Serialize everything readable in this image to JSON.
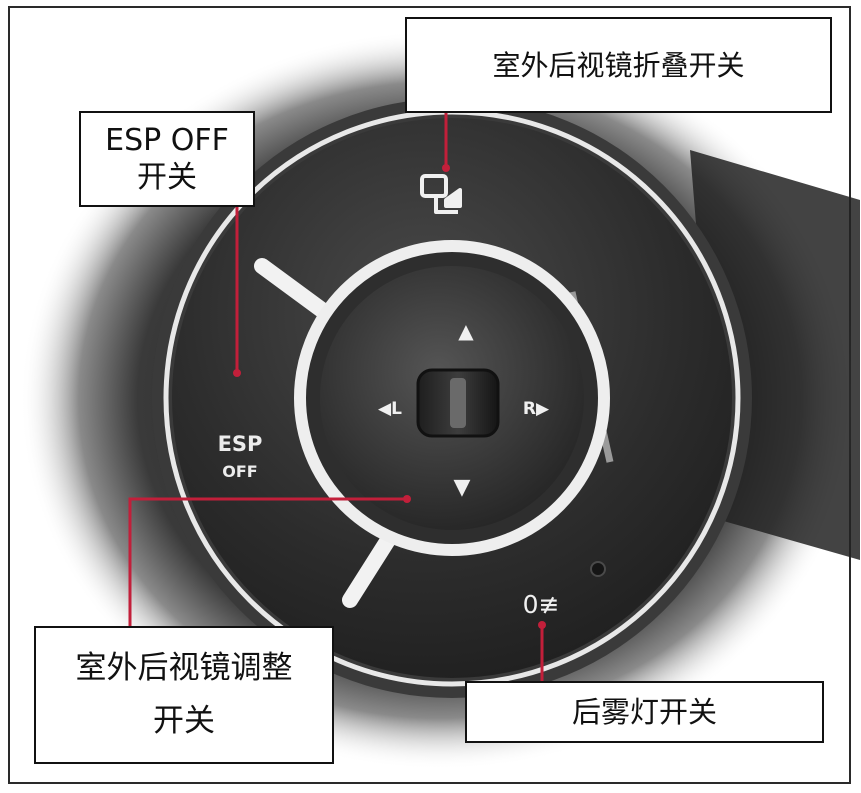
{
  "callouts": {
    "fold_switch": "室外后视镜折叠开关",
    "esp_off_line1": "ESP OFF",
    "esp_off_line2": "开关",
    "adjust_line1": "室外后视镜调整",
    "adjust_line2": "开关",
    "rear_fog": "后雾灯开关"
  },
  "panel": {
    "esp_line1": "ESP",
    "esp_line2": "OFF",
    "arrow_up": "▲",
    "arrow_down": "▼",
    "left_label": "◀L",
    "right_label": "R▶",
    "fog_symbol": "0≢"
  },
  "colors": {
    "leader_line": "#c21f3a",
    "box_border": "#111111",
    "panel_dark": "#2b2b2b",
    "ring_light": "#e6e6e6"
  }
}
